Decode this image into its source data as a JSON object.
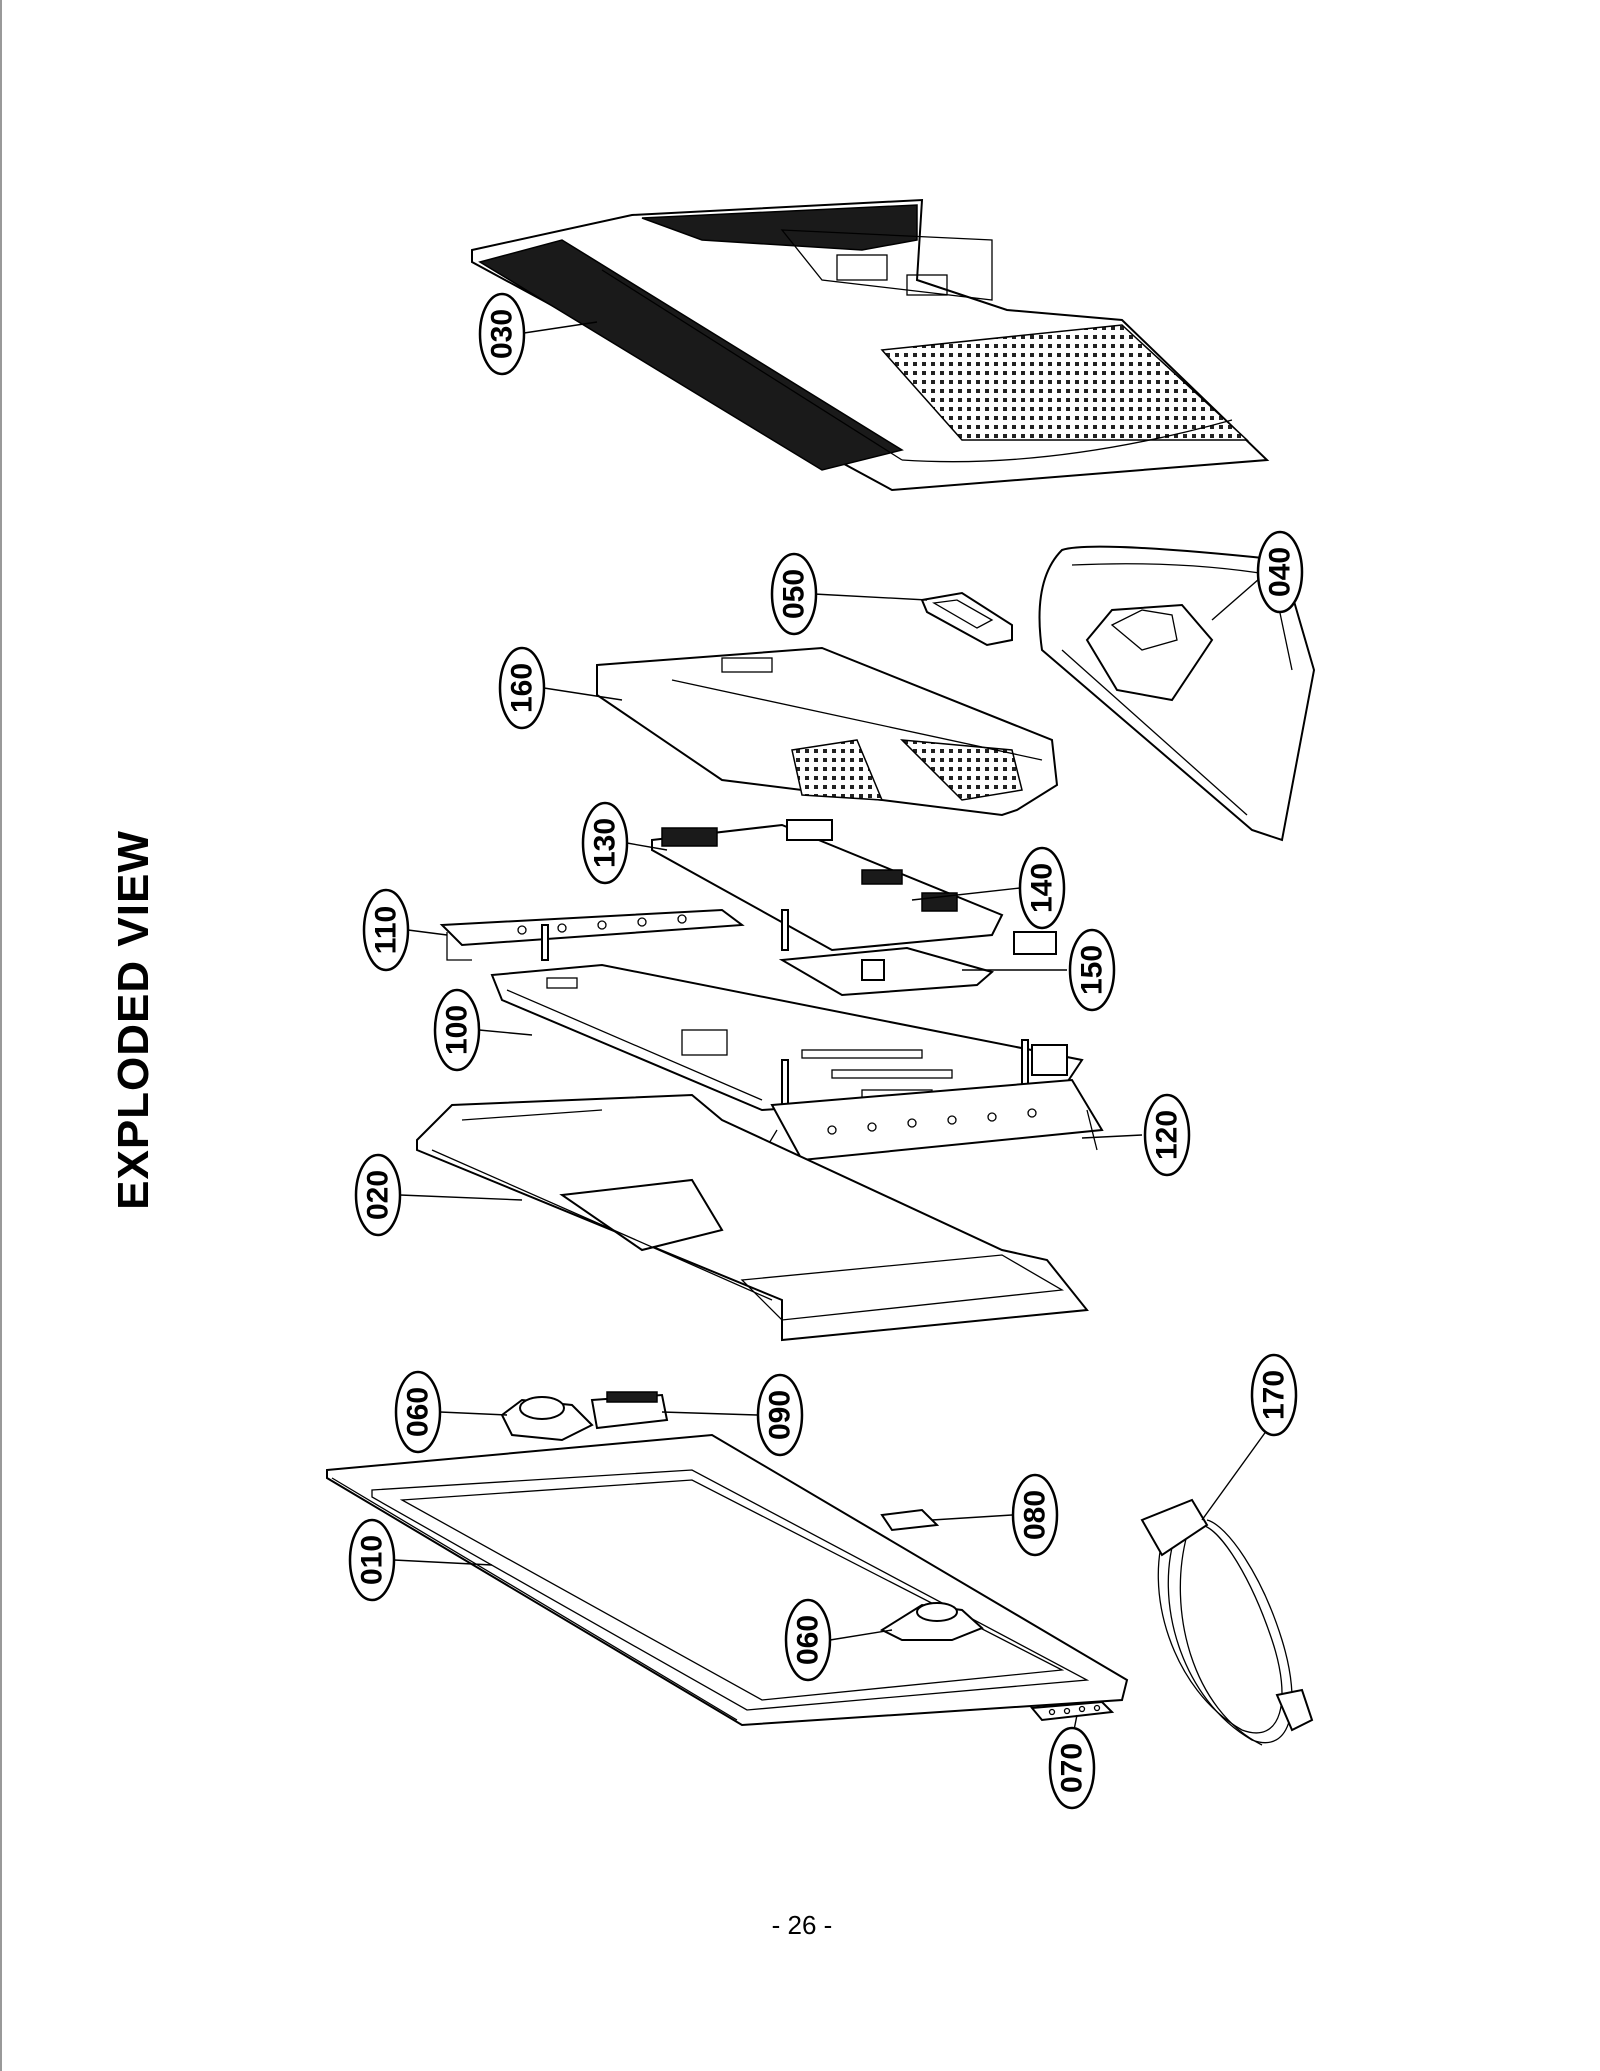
{
  "title": "EXPLODED VIEW",
  "page_number": "- 26 -",
  "callouts": {
    "c030": "030",
    "c050": "050",
    "c040": "040",
    "c160": "160",
    "c130": "130",
    "c140": "140",
    "c110": "110",
    "c150": "150",
    "c100": "100",
    "c120": "120",
    "c020": "020",
    "c060a": "060",
    "c090": "090",
    "c170": "170",
    "c080": "080",
    "c010": "010",
    "c060b": "060",
    "c070": "070"
  }
}
